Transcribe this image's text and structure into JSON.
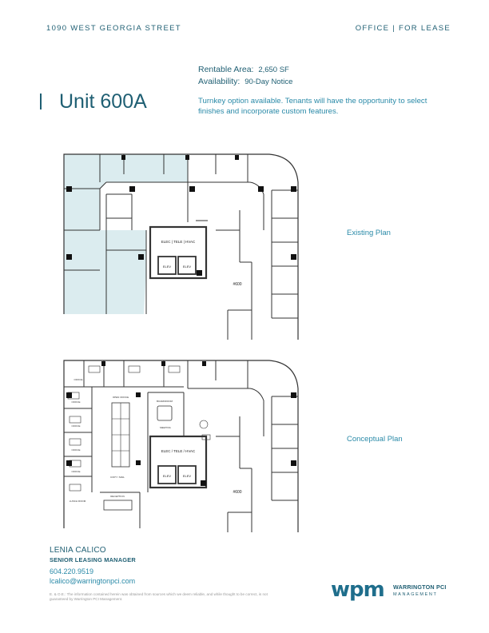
{
  "header": {
    "address": "1090 WEST GEORGIA STREET",
    "category": "OFFICE | FOR LEASE"
  },
  "unit": {
    "title": "Unit 600A",
    "rentable_area_label": "Rentable Area:",
    "rentable_area_value": "2,650 SF",
    "availability_label": "Availability:",
    "availability_value": "90-Day Notice",
    "description": "Turnkey option available. Tenants will have the opportunity to select finishes and incorporate custom features."
  },
  "plans": {
    "existing_label": "Existing Plan",
    "conceptual_label": "Conceptual Plan",
    "existing": {
      "core_label": "ELEC  |  TELE  |  HVAC",
      "elev1": "ELEV",
      "elev2": "ELEV",
      "suite": "#600"
    },
    "conceptual": {
      "core_label": "ELEC / TELE / HVAC",
      "elev1": "ELEV",
      "elev2": "ELEV",
      "suite": "#600",
      "rooms": [
        "OFFICE",
        "OFFICE",
        "OFFICE",
        "OPEN OFFICE",
        "BOARDROOM",
        "MEETING",
        "COPY / MAIL",
        "RECEPTION",
        "OFFICE",
        "OFFICE",
        "LUNCH ROOM"
      ]
    },
    "colors": {
      "highlight": "#dbecef",
      "wall": "#333333"
    }
  },
  "contact": {
    "name": "LENIA CALICO",
    "title": "SENIOR LEASING MANAGER",
    "phone": "604.220.9519",
    "email": "lcalico@warringtonpci.com"
  },
  "disclaimer": "E. & O.E.: The information contained herein was obtained from sources which we deem reliable, and while thought to be correct, is not guaranteed by Warrington PCI Management.",
  "logo": {
    "mark": "wpm",
    "name": "WARRINGTON PCI",
    "sub": "MANAGEMENT",
    "brand_color": "#1f6e8c"
  }
}
